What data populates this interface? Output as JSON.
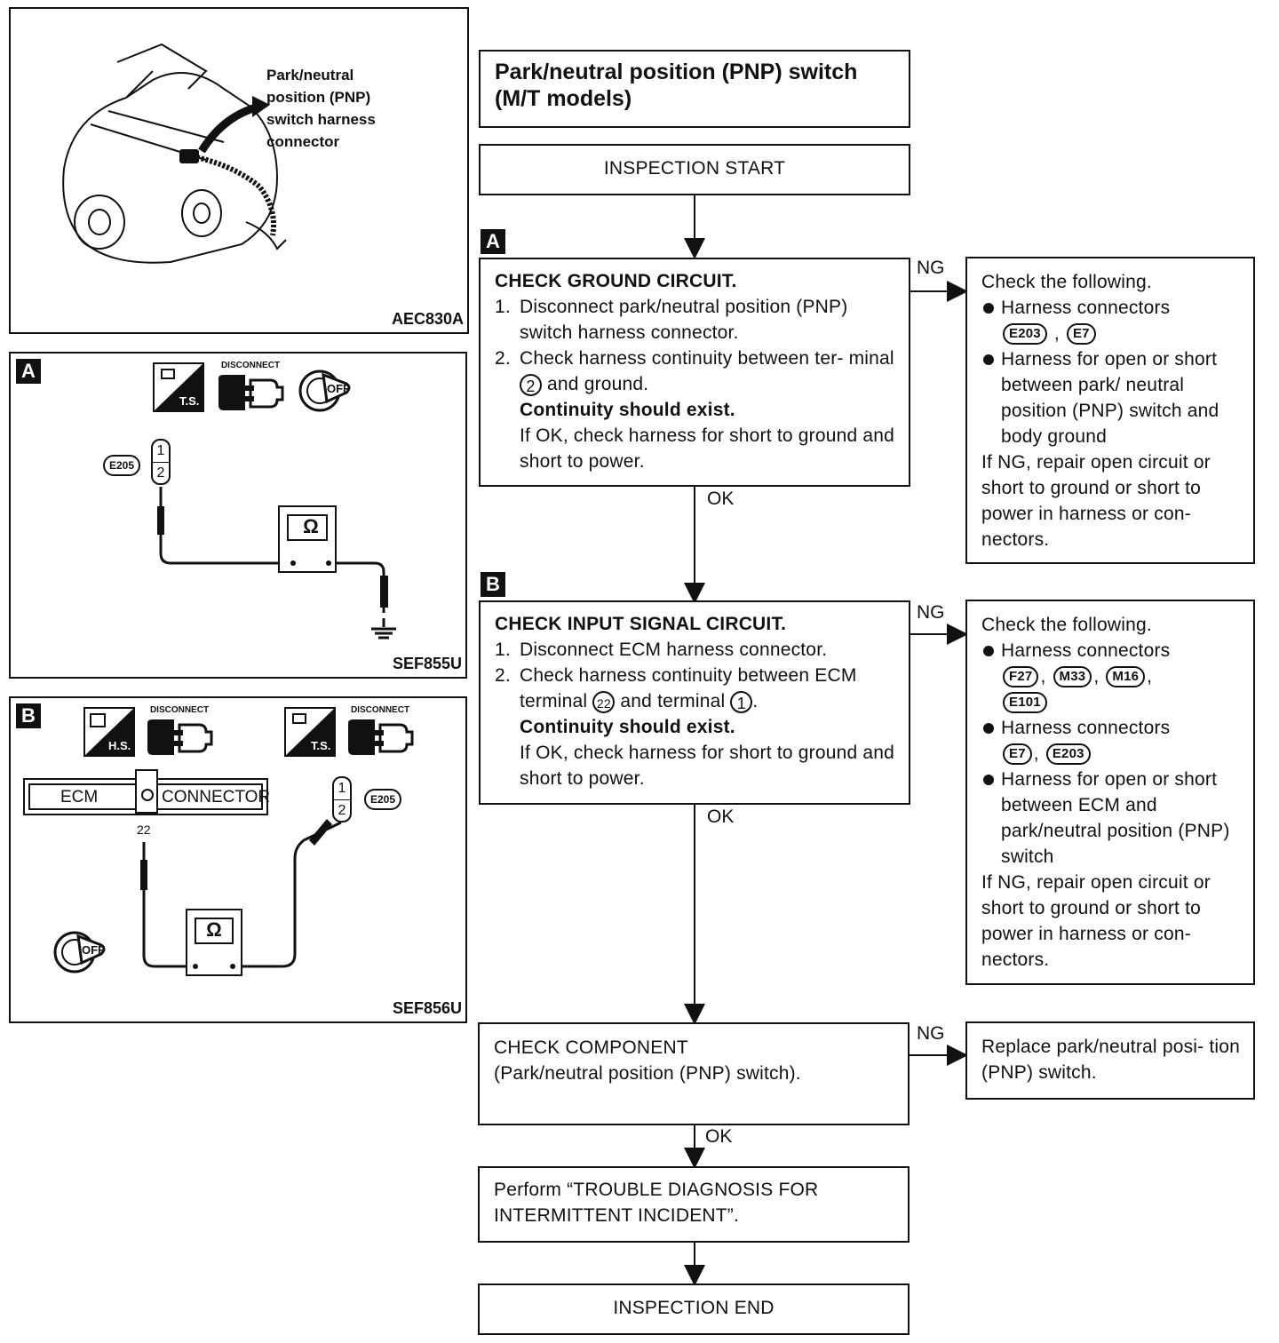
{
  "flow": {
    "title": "Park/neutral position (PNP) switch (M/T models)",
    "start": "INSPECTION START",
    "end": "INSPECTION END",
    "ng": "NG",
    "ok": "OK",
    "step_a": {
      "badge": "A",
      "heading": "CHECK GROUND CIRCUIT.",
      "steps": [
        {
          "num": "1.",
          "text": "Disconnect park/neutral position (PNP) switch harness connector."
        },
        {
          "num": "2.",
          "pre": "Check harness continuity between ter- minal",
          "terminal": "2",
          "post": "and ground."
        }
      ],
      "should": "Continuity should exist.",
      "ok_note": "If OK, check harness for short to ground and short to power.",
      "ng_box": {
        "intro": "Check the following.",
        "bullet1": "Harness connectors",
        "connectors1": [
          "E203",
          "E7"
        ],
        "bullet2": "Harness for open or short between park/ neutral position (PNP) switch and body ground",
        "repair": "If NG, repair open circuit or short to ground or short to power in harness or con- nectors."
      }
    },
    "step_b": {
      "badge": "B",
      "heading": "CHECK INPUT SIGNAL CIRCUIT.",
      "steps": [
        {
          "num": "1.",
          "text": "Disconnect ECM harness connector."
        },
        {
          "num": "2.",
          "pre": "Check harness continuity between ECM terminal",
          "terminal1": "22",
          "mid": "and terminal",
          "terminal2": "1",
          "post": "."
        }
      ],
      "should": "Continuity should exist.",
      "ok_note": "If OK, check harness for short to ground and short to power.",
      "ng_box": {
        "intro": "Check the following.",
        "bullet1": "Harness connectors",
        "connectors1": [
          "F27",
          "M33",
          "M16",
          "E101"
        ],
        "bullet2": "Harness connectors",
        "connectors2": [
          "E7",
          "E203"
        ],
        "bullet3": "Harness for open or short between ECM and park/neutral position (PNP) switch",
        "repair": "If NG, repair open circuit or short to ground or short to power in harness or con- nectors."
      }
    },
    "step_c": {
      "line1": "CHECK COMPONENT",
      "line2": "(Park/neutral position (PNP) switch).",
      "ng_box": "Replace park/neutral posi- tion (PNP) switch."
    },
    "step_d": "Perform “TROUBLE DIAGNOSIS FOR INTERMITTENT INCIDENT”."
  },
  "figures": {
    "fig1": {
      "callout": "Park/neutral position (PNP) switch harness connector",
      "code": "AEC830A"
    },
    "fig2": {
      "badge": "A",
      "code": "SEF855U",
      "disconnect": "DISCONNECT",
      "ts": "T.S.",
      "off": "OFF",
      "connector": "E205",
      "pin1": "1",
      "pin2": "2",
      "ohm": "Ω"
    },
    "fig3": {
      "badge": "B",
      "code": "SEF856U",
      "disconnect": "DISCONNECT",
      "hs": "H.S.",
      "ts": "T.S.",
      "off": "OFF",
      "ecm": "ECM",
      "connector_label": "CONNECTOR",
      "terminal": "22",
      "connector": "E205",
      "pin1": "1",
      "pin2": "2",
      "ohm": "Ω"
    }
  }
}
